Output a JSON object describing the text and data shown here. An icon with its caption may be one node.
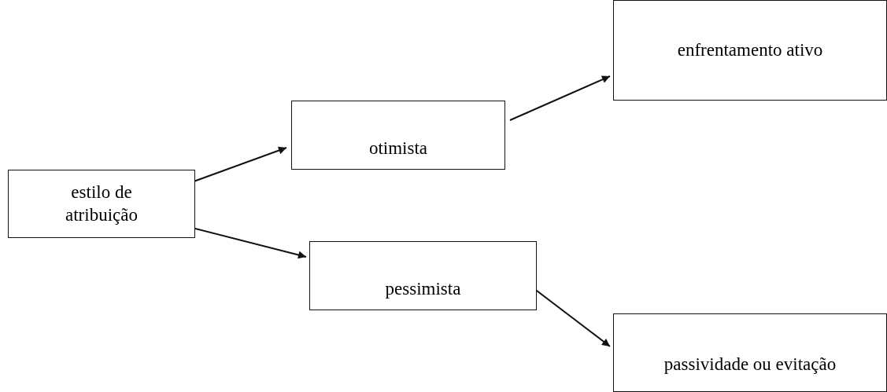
{
  "diagram": {
    "nodes": [
      {
        "text": [
          "estilo de atribuição"
        ]
      },
      {
        "text": [
          "otimista"
        ]
      },
      {
        "text": [
          "pessimista"
        ]
      },
      {
        "text": [
          "enfrentamento ativo"
        ]
      },
      {
        "text": [
          "passividade ou evitação"
        ]
      }
    ],
    "edges": [
      {
        "from": 0,
        "to": 1,
        "arrow": "to"
      },
      {
        "from": 0,
        "to": 2,
        "arrow": "to"
      },
      {
        "from": 1,
        "to": 3,
        "arrow": "to"
      },
      {
        "from": 2,
        "to": 4,
        "arrow": "to"
      }
    ]
  }
}
